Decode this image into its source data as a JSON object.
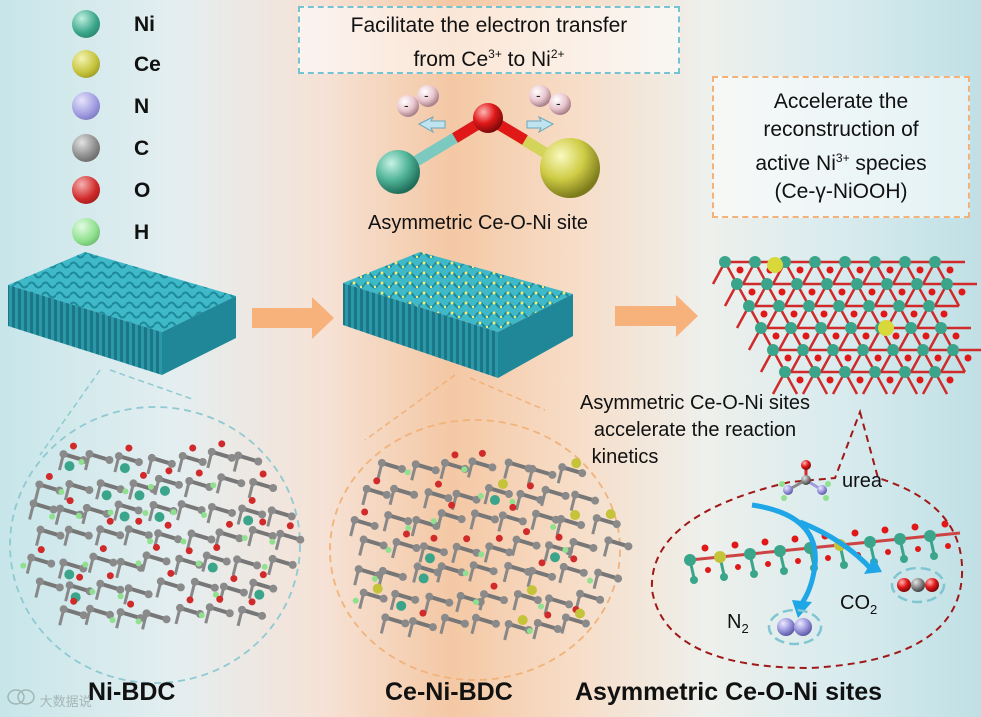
{
  "legend": [
    {
      "label": "Ni",
      "color": "#3aa58a"
    },
    {
      "label": "Ce",
      "color": "#c4c33a"
    },
    {
      "label": "N",
      "color": "#9f9be0"
    },
    {
      "label": "C",
      "color": "#8a8a8a"
    },
    {
      "label": "O",
      "color": "#d02a2a"
    },
    {
      "label": "H",
      "color": "#8fe08f"
    }
  ],
  "top_box": {
    "line1": "Facilitate the electron transfer",
    "line2_pre": "from Ce",
    "line2_sup1": "3+",
    "line2_mid": " to Ni",
    "line2_sup2": "2+"
  },
  "site_caption": "Asymmetric Ce-O-Ni site",
  "right_box": {
    "line1": "Accelerate the",
    "line2": "reconstruction of",
    "line3_pre": "active Ni",
    "line3_sup": "3+",
    "line3_post": " species",
    "line4": "(Ce-γ-NiOOH)"
  },
  "reaction_text": {
    "line1": "Asymmetric Ce-O-Ni sites",
    "line2": "accelerate the reaction",
    "line3": "kinetics"
  },
  "molecules": {
    "urea": "urea",
    "n2": "N",
    "n2_sub": "2",
    "co2": "CO",
    "co2_sub": "2"
  },
  "bottom_labels": {
    "left": "Ni-BDC",
    "middle": "Ce-Ni-BDC",
    "right": "Asymmetric Ce-O-Ni sites"
  },
  "watermark": "大数据说"
}
